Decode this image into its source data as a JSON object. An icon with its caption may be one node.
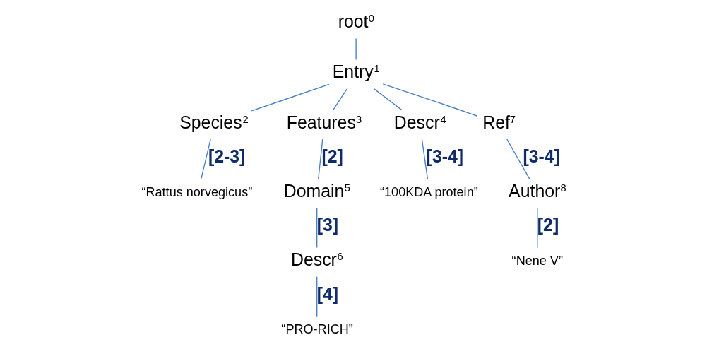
{
  "diagram": {
    "nodes": [
      {
        "text": [
          "root$^{0}$"
        ]
      },
      {
        "text": [
          "Entry$^{1}$"
        ]
      },
      {
        "text": [
          "Species$^{2}$"
        ]
      },
      {
        "text": [
          "Features$^{3}$"
        ]
      },
      {
        "text": [
          "Descr$^{4}$"
        ]
      },
      {
        "text": [
          "Ref$^{7}$"
        ]
      },
      {
        "text": [
          "“Rattus norvegicus”"
        ]
      },
      {
        "text": [
          "Domain$^{5}$"
        ]
      },
      {
        "text": [
          "“100KDA protein”"
        ]
      },
      {
        "text": [
          "Author$^{8}$"
        ]
      },
      {
        "text": [
          "Descr$^{6}$"
        ]
      },
      {
        "text": [
          "“Nene V”"
        ]
      },
      {
        "text": [
          "“PRO-RICH”"
        ]
      }
    ],
    "edges": [
      {
        "from": 0,
        "to": 1,
        "arrow": "none"
      },
      {
        "from": 1,
        "to": 2,
        "arrow": "none"
      },
      {
        "from": 1,
        "to": 3,
        "arrow": "none"
      },
      {
        "from": 1,
        "to": 4,
        "arrow": "none"
      },
      {
        "from": 1,
        "to": 5,
        "arrow": "none"
      },
      {
        "from": 2,
        "to": 6,
        "arrow": "none",
        "label": "[2-3]"
      },
      {
        "from": 3,
        "to": 7,
        "arrow": "none",
        "label": "[2]"
      },
      {
        "from": 4,
        "to": 8,
        "arrow": "none",
        "label": "[3-4]"
      },
      {
        "from": 5,
        "to": 9,
        "arrow": "none",
        "label": "[3-4]"
      },
      {
        "from": 7,
        "to": 10,
        "arrow": "none",
        "label": "[3]"
      },
      {
        "from": 9,
        "to": 11,
        "arrow": "none",
        "label": "[2]"
      },
      {
        "from": 10,
        "to": 12,
        "arrow": "none",
        "label": "[4]"
      }
    ]
  }
}
